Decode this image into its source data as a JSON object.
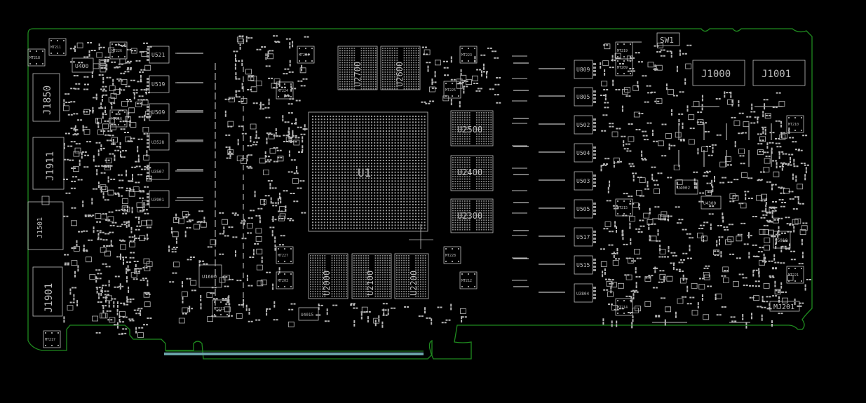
{
  "colors": {
    "background": "#000000",
    "outline": "#1f8a1f",
    "silkscreen": "#bdbdbd",
    "pcie": "#6aa3a8"
  },
  "connectors": {
    "j1850": "J1850",
    "j1911": "J1911",
    "j1501": "J1501",
    "j1901": "J1901",
    "j1000": "J1000",
    "j1001": "J1001",
    "sw1": "SW1",
    "mj201": "MJ201"
  },
  "chips": {
    "u1": "U1",
    "u2700": "U2700",
    "u2600": "U2600",
    "u2500": "U2500",
    "u2400": "U2400",
    "u2300": "U2300",
    "u2000": "U2000",
    "u2100": "U2100",
    "u2200": "U2200"
  },
  "left_vrm": [
    "U521",
    "U519",
    "U509",
    "U3528",
    "U3507",
    "U3901"
  ],
  "right_vrm": [
    "U809",
    "U805",
    "U502",
    "U504",
    "U503",
    "U505",
    "U517",
    "U515",
    "U3804"
  ],
  "small_ics": {
    "u400": "U400",
    "u1600": "U1600",
    "u4015": "U4015",
    "u4002": "U4002",
    "u4300": "U4300",
    "u5910": "U5910"
  },
  "mounting_holes": {
    "top_left_a": "MT218",
    "top_left_b": "MT211",
    "top_left_c": "MT226",
    "left_mid": "MT216",
    "bottom_left": "MT217",
    "mid_a": "MT204",
    "mid_b": "MT224",
    "mid_c": "MT227",
    "mid_d": "MT203",
    "mid_e": "MT213",
    "top_mid": "MT223",
    "top_mid_b": "MT225",
    "mid_right": "MT228",
    "mid_right_b": "MT212",
    "right_a": "MT209",
    "right_b": "MT210",
    "right_c": "MT215",
    "right_d": "MT214",
    "right_e": "MT221",
    "right_f": "MT219"
  }
}
